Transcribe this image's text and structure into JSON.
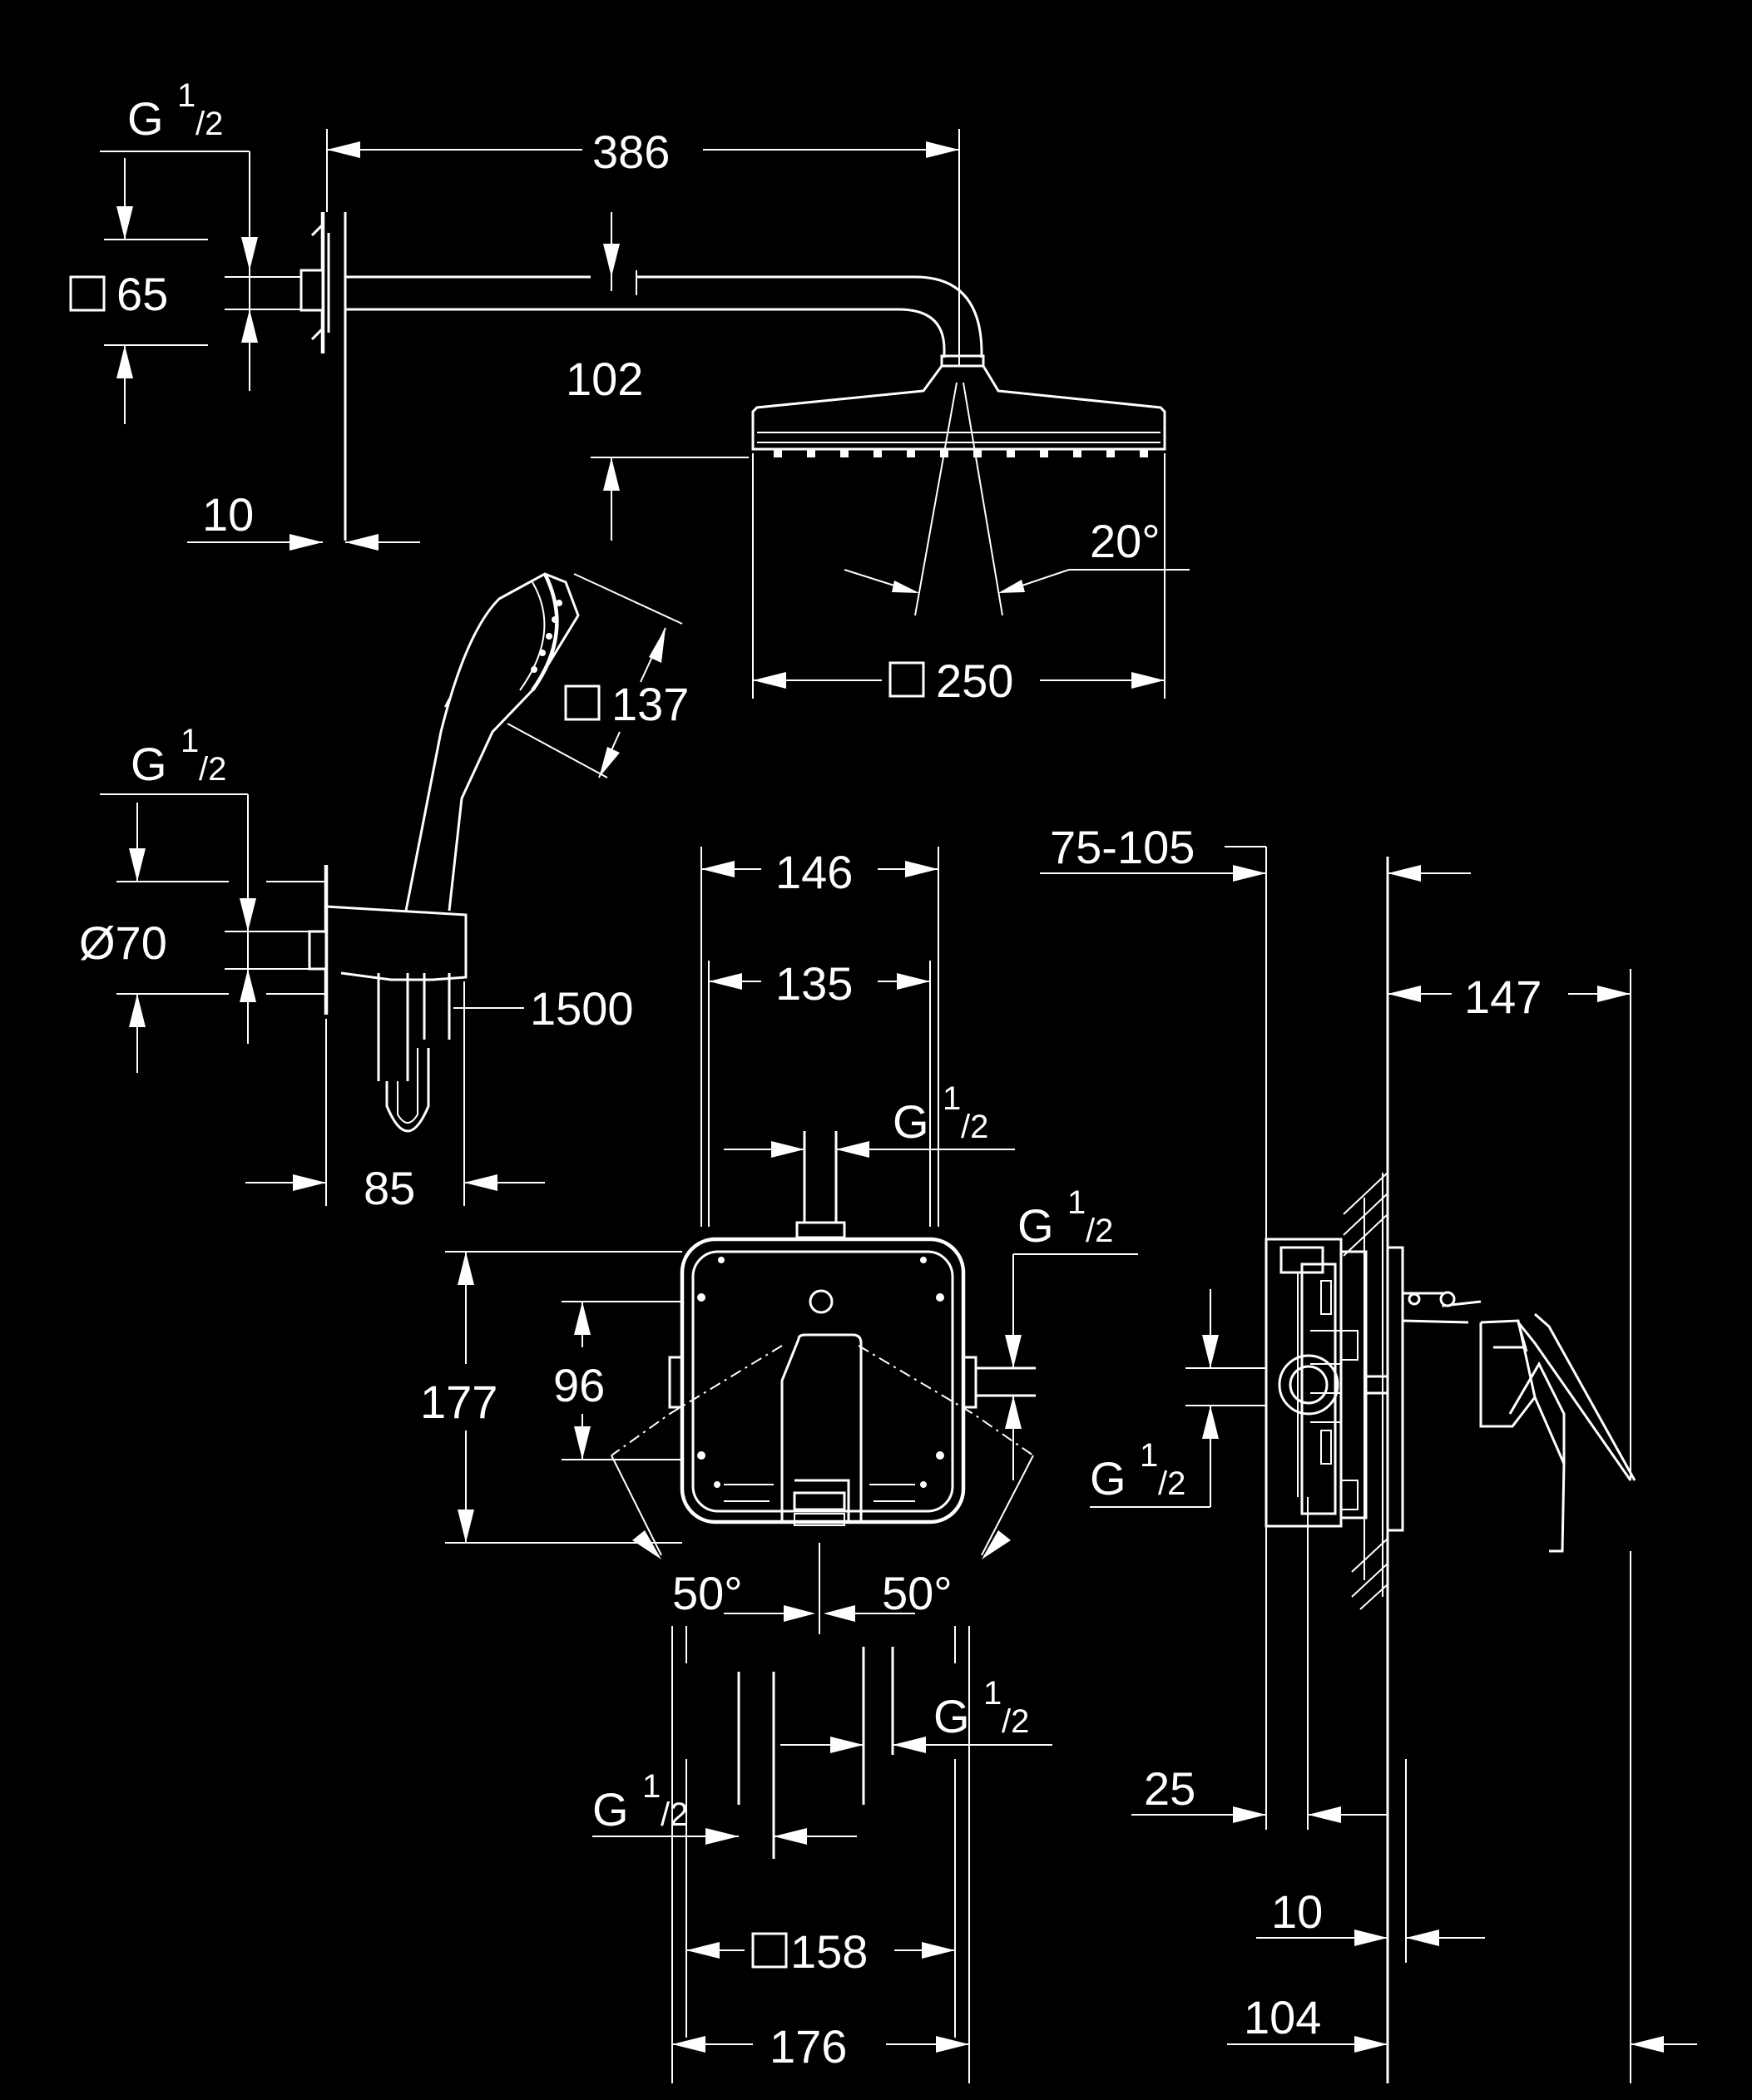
{
  "labels": {
    "top_g": "G",
    "top_g_frac": "1/2",
    "width_386": "386",
    "sq65": "65",
    "d102": "102",
    "d10a": "10",
    "angle20": "20°",
    "sq250": "250",
    "sq137": "137",
    "mid_g": "G",
    "mid_g_frac": "1/2",
    "dia70": "Ø70",
    "hose1500": "1500",
    "d85": "85",
    "w146": "146",
    "w135": "135",
    "c_g1": "G",
    "c_g1_frac": "1/2",
    "c_g2": "G",
    "c_g2_frac": "1/2",
    "h177": "177",
    "h96": "96",
    "ang50l": "50°",
    "ang50r": "50°",
    "b_g1": "G",
    "b_g1_frac": "1/2",
    "b_g2": "G",
    "b_g2_frac": "1/2",
    "sq158": "158",
    "w176": "176",
    "r75105": "75-105",
    "r147": "147",
    "r_g": "G",
    "r_g_frac": "1/2",
    "r25": "25",
    "r10": "10",
    "r104": "104"
  }
}
